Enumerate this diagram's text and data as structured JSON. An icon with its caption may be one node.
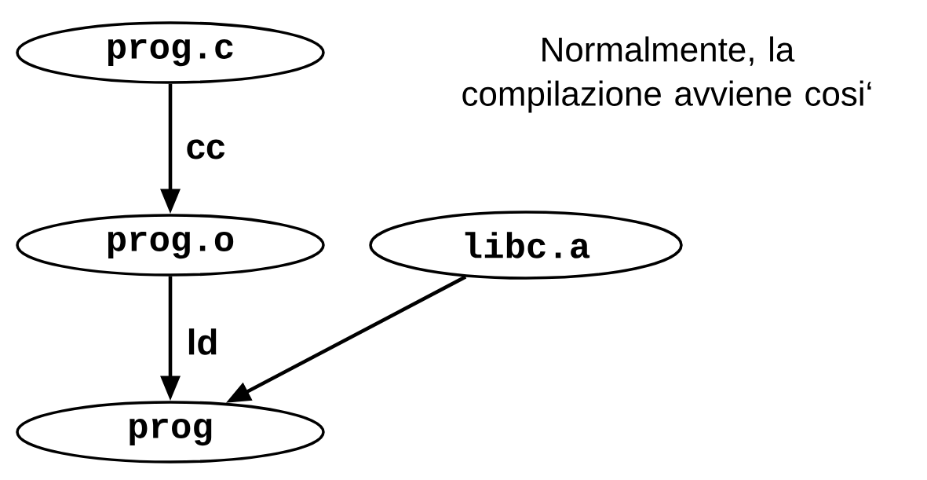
{
  "diagram": {
    "nodes": [
      {
        "text": [
          "prog.c"
        ]
      },
      {
        "text": [
          "prog.o"
        ]
      },
      {
        "text": [
          "libc.a"
        ]
      },
      {
        "text": [
          "prog"
        ]
      }
    ],
    "edges": [
      {
        "from": 0,
        "to": 1,
        "arrow": "to",
        "label": "cc"
      },
      {
        "from": 1,
        "to": 3,
        "arrow": "to",
        "label": "ld"
      },
      {
        "from": 2,
        "to": 3,
        "arrow": "to"
      }
    ],
    "labels": [
      "Normalmente, la compilazione avviene cosi‘"
    ]
  }
}
